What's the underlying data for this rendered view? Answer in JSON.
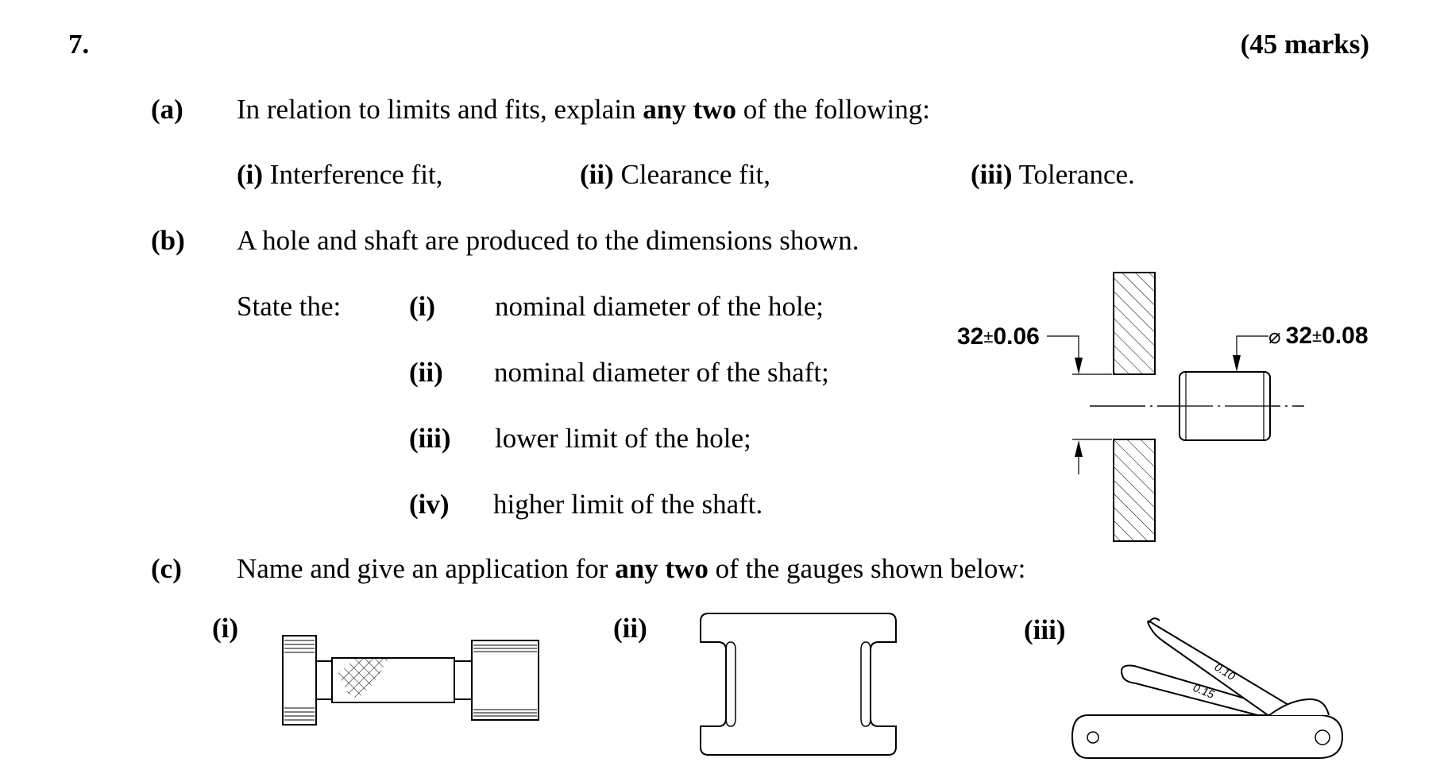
{
  "question": {
    "number": "7.",
    "marks": "(45 marks)"
  },
  "part_a": {
    "label": "(a)",
    "prompt_before": "In relation to limits and fits, explain ",
    "prompt_bold": "any two",
    "prompt_after": " of the following:",
    "options": [
      {
        "num": "(i)",
        "text": " Interference fit,"
      },
      {
        "num": "(ii)",
        "text": " Clearance fit,"
      },
      {
        "num": "(iii)",
        "text": " Tolerance."
      }
    ]
  },
  "part_b": {
    "label": "(b)",
    "prompt": "A hole and shaft are produced to the dimensions shown.",
    "state_the": "State the:",
    "items": [
      {
        "num": "(i)",
        "text": "nominal diameter of the hole;"
      },
      {
        "num": "(ii)",
        "text": "nominal diameter of the shaft;"
      },
      {
        "num": "(iii)",
        "text": "lower limit of the hole;"
      },
      {
        "num": "(iv)",
        "text": "higher limit of the shaft."
      }
    ],
    "figure": {
      "hole_nominal": "32",
      "hole_plus_minus": "±",
      "hole_tolerance": "0.06",
      "shaft_diameter_symbol": "⌀",
      "shaft_nominal": "32",
      "shaft_plus_minus": "±",
      "shaft_tolerance": "0.08"
    }
  },
  "part_c": {
    "label": "(c)",
    "prompt_before": "Name and give an application for ",
    "prompt_bold": "any two",
    "prompt_after": " of the gauges shown below:",
    "gauge_labels": [
      "(i)",
      "(ii)",
      "(iii)"
    ],
    "feeler_blades": [
      "0.10",
      "0.15"
    ]
  }
}
